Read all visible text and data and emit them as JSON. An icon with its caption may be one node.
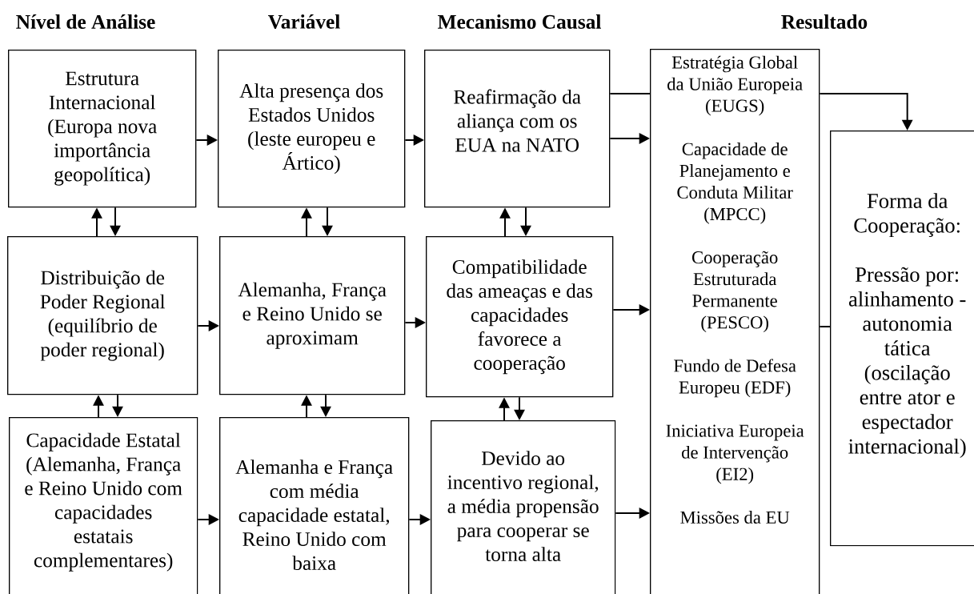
{
  "diagram": {
    "nodes": [
      {
        "text": [
          "Estrutura Internacional (Europa nova importância geopolítica)"
        ]
      },
      {
        "text": [
          "Alta presença dos Estados Unidos (leste europeu e Ártico)"
        ]
      },
      {
        "text": [
          "Reafirmação da aliança com os EUA na NATO"
        ]
      },
      {
        "text": [
          "Distribuição de Poder Regional (equilíbrio de poder regional)"
        ]
      },
      {
        "text": [
          "Alemanha, França e Reino Unido se aproximam"
        ]
      },
      {
        "text": [
          "Compatibilidade das ameaças e das capacidades favorece a cooperação"
        ]
      },
      {
        "text": [
          "Capacidade Estatal (Alemanha, França e Reino Unido com capacidades estatais complementares)"
        ]
      },
      {
        "text": [
          "Alemanha e França com média capacidade estatal, Reino Unido com baixa"
        ]
      },
      {
        "text": [
          "Devido ao incentivo regional, a média propensão para cooperar se torna alta"
        ]
      },
      {
        "text": [
          "Estratégia Global da União Europeia (EUGS)",
          "Capacidade de Planejamento e Conduta Militar (MPCC)",
          "Cooperação Estruturada Permanente (PESCO)",
          "Fundo de Defesa Europeu (EDF)",
          "Iniciativa Europeia de Intervenção (EI2)",
          "Missões da EU"
        ]
      },
      {
        "text": [
          "Forma da Cooperação:",
          "Pressão por: alinhamento - autonomia tática (oscilação entre ator e espectador internacional)"
        ]
      }
    ],
    "edges": [
      {
        "from": 0,
        "to": 1,
        "arrow": "to"
      },
      {
        "from": 1,
        "to": 2,
        "arrow": "to"
      },
      {
        "from": 3,
        "to": 0,
        "arrow": "to"
      },
      {
        "from": 0,
        "to": 3,
        "arrow": "to"
      },
      {
        "from": 4,
        "to": 1,
        "arrow": "to"
      },
      {
        "from": 1,
        "to": 4,
        "arrow": "to"
      },
      {
        "from": 5,
        "to": 2,
        "arrow": "to"
      },
      {
        "from": 2,
        "to": 5,
        "arrow": "to"
      },
      {
        "from": 3,
        "to": 4,
        "arrow": "to"
      },
      {
        "from": 4,
        "to": 5,
        "arrow": "to"
      },
      {
        "from": 6,
        "to": 3,
        "arrow": "to"
      },
      {
        "from": 3,
        "to": 6,
        "arrow": "to"
      },
      {
        "from": 7,
        "to": 4,
        "arrow": "to"
      },
      {
        "from": 4,
        "to": 7,
        "arrow": "to"
      },
      {
        "from": 8,
        "to": 5,
        "arrow": "to"
      },
      {
        "from": 5,
        "to": 8,
        "arrow": "to"
      },
      {
        "from": 6,
        "to": 7,
        "arrow": "to"
      },
      {
        "from": 7,
        "to": 8,
        "arrow": "to"
      },
      {
        "from": 2,
        "to": 9,
        "arrow": "none"
      },
      {
        "from": 2,
        "to": 9,
        "arrow": "to"
      },
      {
        "from": 5,
        "to": 9,
        "arrow": "to"
      },
      {
        "from": 8,
        "to": 9,
        "arrow": "to"
      },
      {
        "from": 9,
        "to": 10,
        "arrow": "to"
      },
      {
        "from": 9,
        "to": 10,
        "arrow": "none"
      }
    ],
    "labels": [
      "Nível de Análise",
      "Variável",
      "Mecanismo Causal",
      "Resultado"
    ]
  }
}
